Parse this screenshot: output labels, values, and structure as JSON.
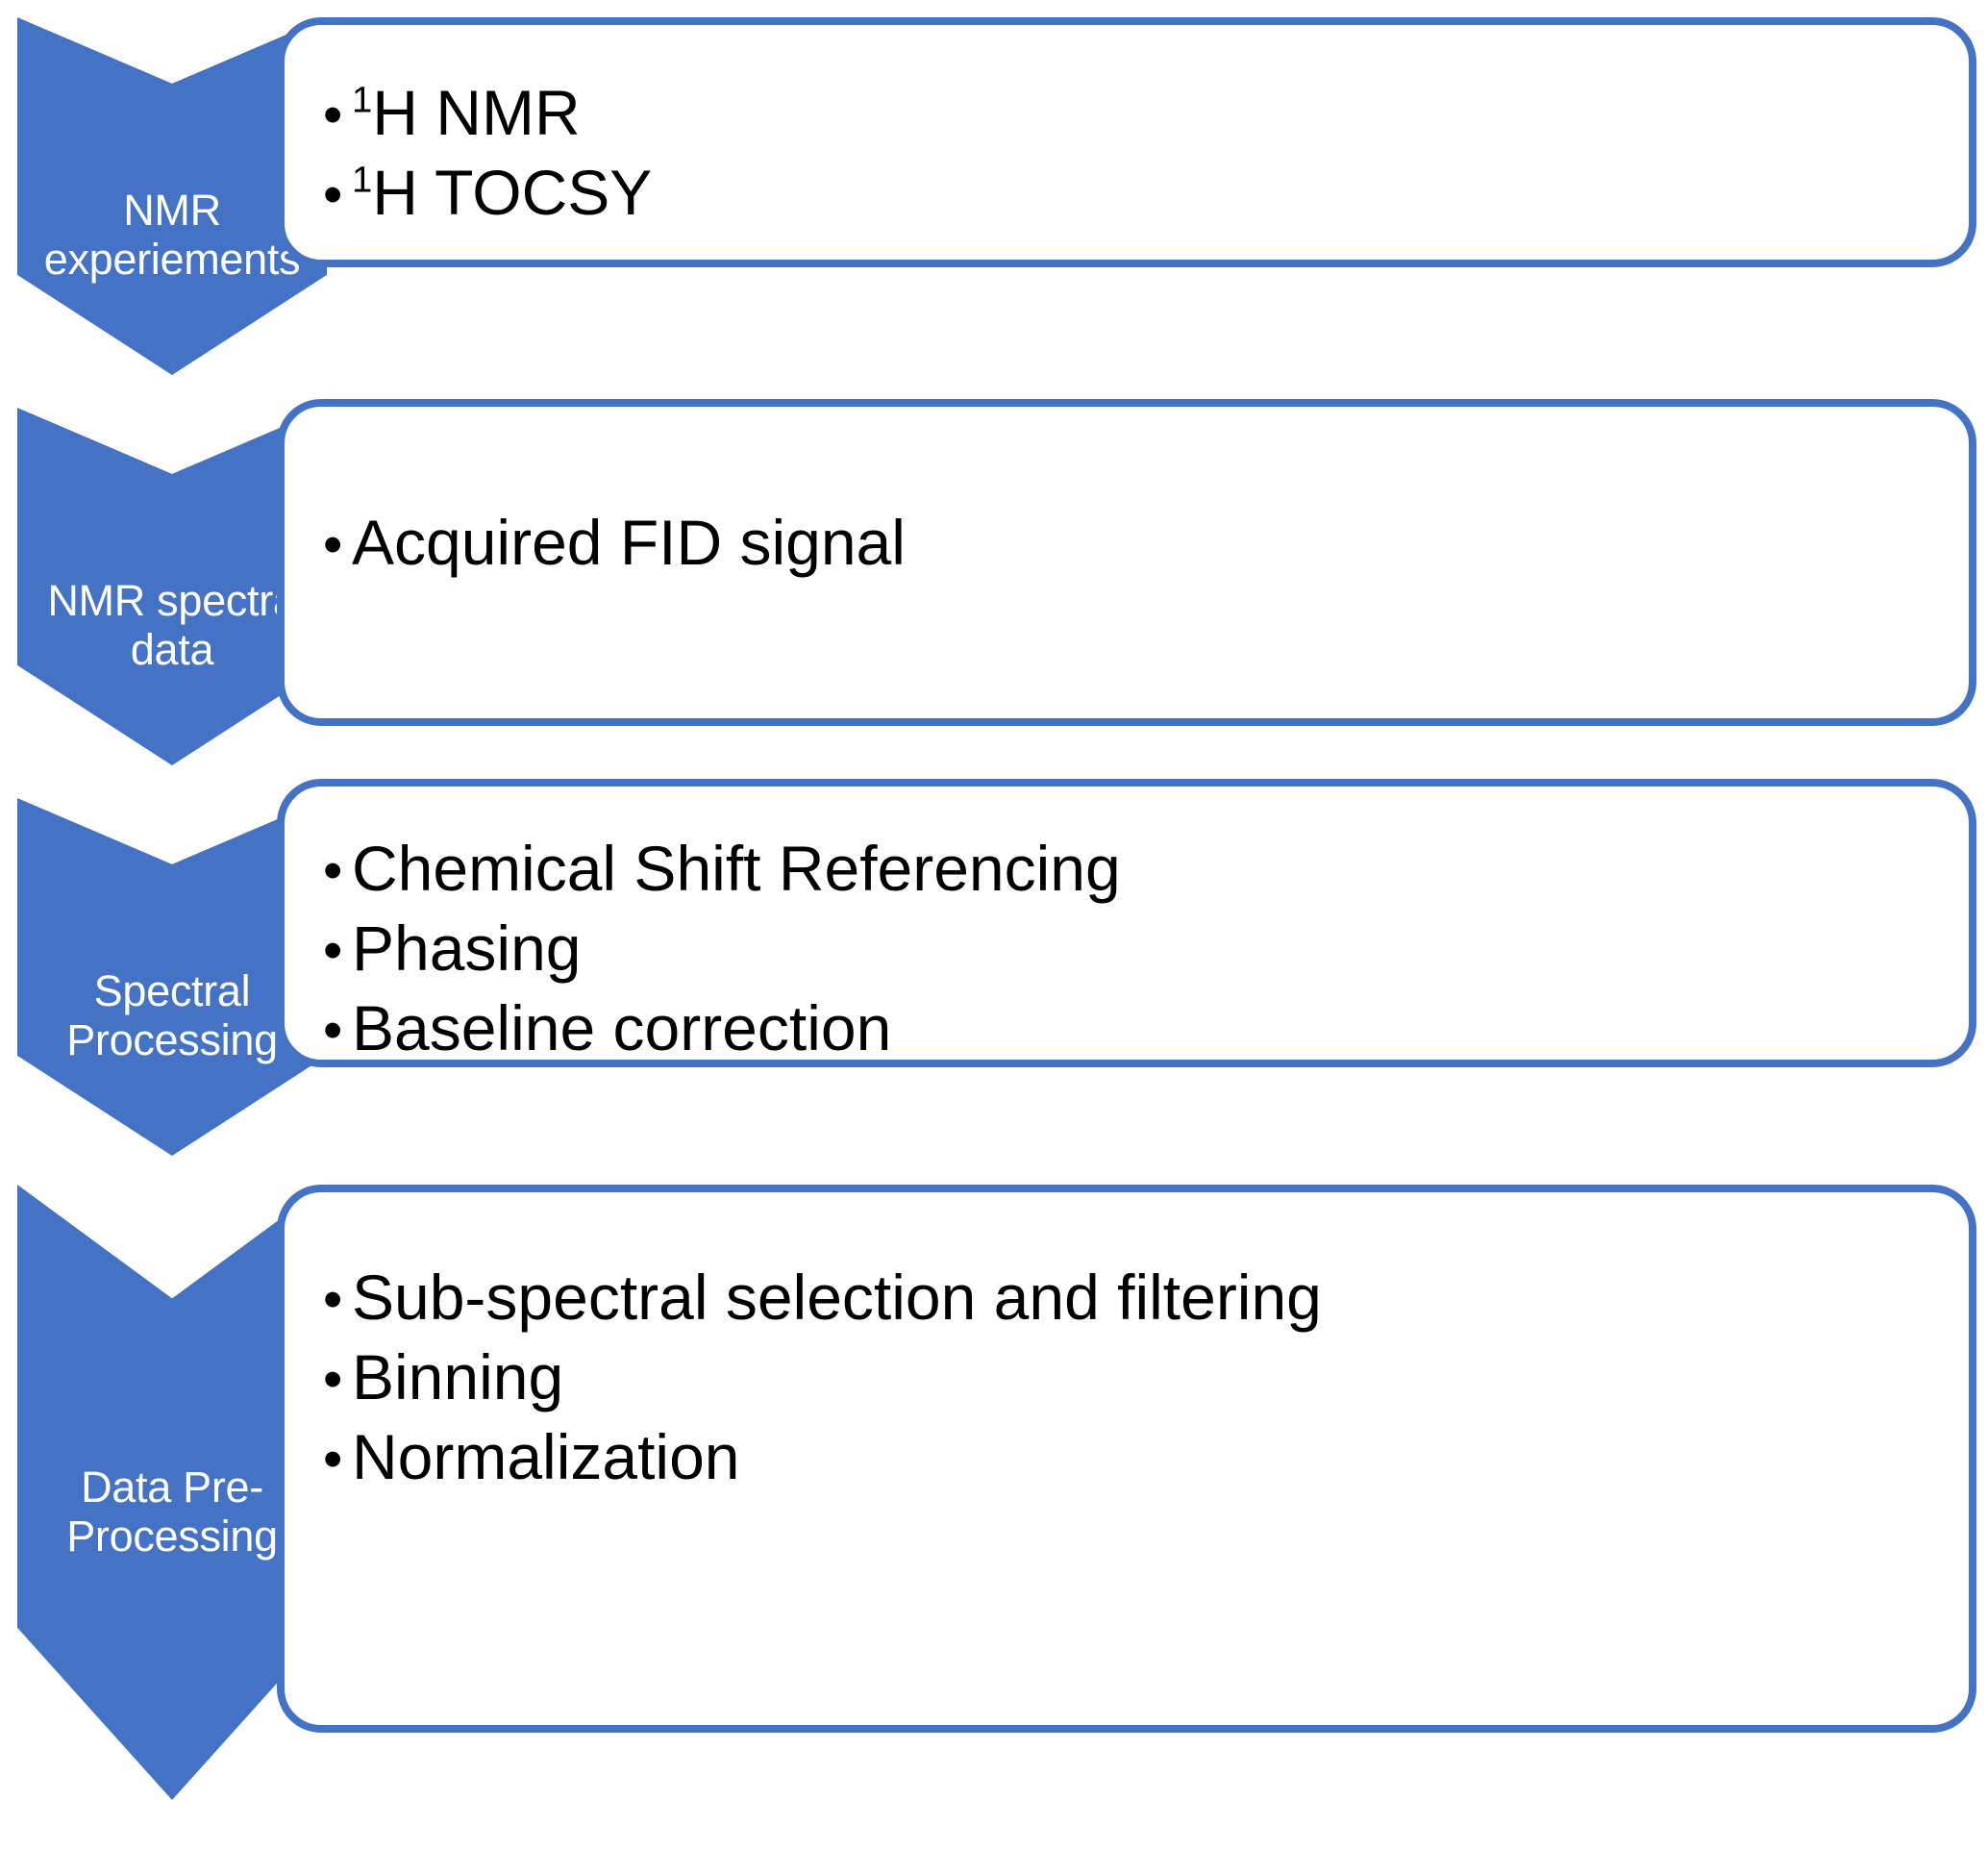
{
  "diagram": {
    "type": "vertical-chevron-process-flow",
    "title": "NMR data acquisition and pre-processing workflow",
    "accent_color": "#4472C4",
    "text_color_on_accent": "#FFFFFF",
    "body_text_color": "#000000",
    "background_color": "#FFFFFF",
    "bullet_glyph": "•",
    "stages": [
      {
        "id": "stage-1",
        "stage_label": "NMR\nexperiements",
        "stage_label_lines": [
          "NMR",
          "experiements"
        ],
        "items": [
          {
            "prefix": "",
            "sup": "1",
            "text": "H NMR"
          },
          {
            "prefix": "",
            "sup": "1",
            "text": "H TOCSY"
          }
        ]
      },
      {
        "id": "stage-2",
        "stage_label": "NMR spectra\ndata",
        "stage_label_lines": [
          "NMR spectra",
          "data"
        ],
        "items": [
          {
            "prefix": "",
            "sup": "",
            "text": "Acquired FID signal"
          }
        ]
      },
      {
        "id": "stage-3",
        "stage_label": "Spectral\nProcessing",
        "stage_label_lines": [
          "Spectral",
          "Processing"
        ],
        "items": [
          {
            "prefix": "",
            "sup": "",
            "text": "Chemical Shift Referencing"
          },
          {
            "prefix": "",
            "sup": "",
            "text": "Phasing"
          },
          {
            "prefix": "",
            "sup": "",
            "text": "Baseline correction"
          }
        ]
      },
      {
        "id": "stage-4",
        "stage_label": "Data Pre-\nProcessing",
        "stage_label_lines": [
          "Data Pre-",
          "Processing"
        ],
        "items": [
          {
            "prefix": "",
            "sup": "",
            "text": "Sub-spectral selection and filtering"
          },
          {
            "prefix": "",
            "sup": "",
            "text": "Binning"
          },
          {
            "prefix": "",
            "sup": "",
            "text": "Normalization"
          }
        ]
      }
    ]
  }
}
